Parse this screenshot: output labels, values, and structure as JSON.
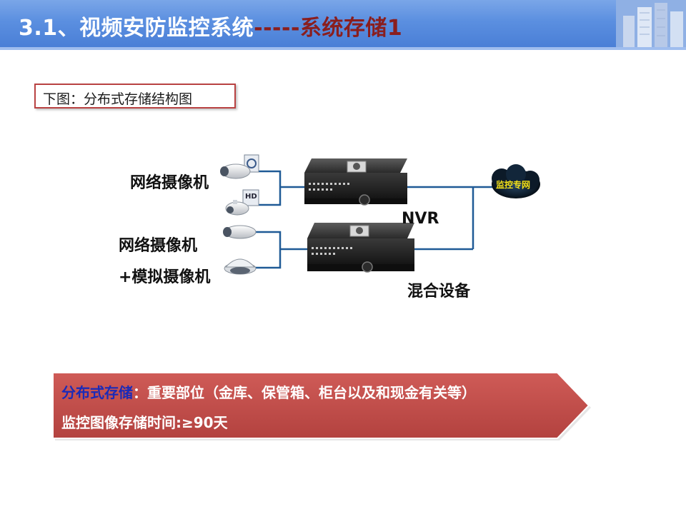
{
  "header": {
    "title_main": "3.1、视频安防监控系统",
    "title_dashes": "-----",
    "title_sub": "系统存储1"
  },
  "caption": "下图：分布式存储结构图",
  "diagram": {
    "camera_label_top": "网络摄像机",
    "camera_label_mid": "网络摄像机",
    "camera_label_analog": "+模拟摄像机",
    "nvr_label": "NVR",
    "hybrid_label": "混合设备",
    "network_label": "监控专网",
    "hd_badge": "HD"
  },
  "banner": {
    "highlight": "分布式存储",
    "line1_rest": "：重要部位（金库、保管箱、柜台以及和现金有关等）",
    "line2": "监控图像存储时间:≥90天"
  },
  "colors": {
    "header_blue": "#5b8fe0",
    "title_red": "#8a1e1e",
    "banner_red": "#c0504d",
    "highlight_blue": "#1a2ab8",
    "line_blue": "#1f5a96"
  }
}
